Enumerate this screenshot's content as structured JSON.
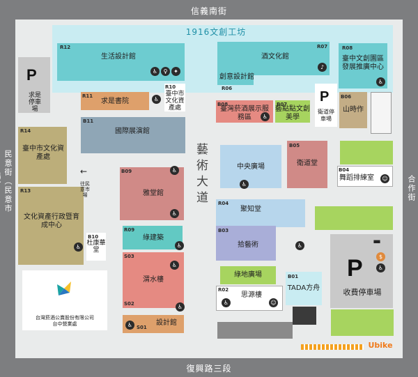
{
  "roads": {
    "top": "信義南街",
    "bottom": "復興路三段",
    "left": "民意街（民意市場）",
    "right": "合作街",
    "middle": "藝術大道"
  },
  "band_label": "1916文創工坊",
  "market_note": "往民意市場",
  "parking_left": {
    "p": "P",
    "label": "求是停車場"
  },
  "parking_mid": {
    "p": "P",
    "label": "衛道停車場"
  },
  "parking_right": {
    "p": "P",
    "label": "收費停車場"
  },
  "logo_text": "台灣菸酒公賣股份有限公司\n台中營業處",
  "ubike": "Ubike",
  "buildings": {
    "R12": {
      "code": "R12",
      "name": "生活設計館"
    },
    "R07": {
      "code": "R07",
      "name": "酒文化館"
    },
    "R06": {
      "code": "R06",
      "name": "創意設計館"
    },
    "R08": {
      "code": "R08",
      "name": "臺中文創園區發展推廣中心"
    },
    "R11": {
      "code": "R11",
      "name": "求是書院"
    },
    "R10": {
      "code": "R10",
      "name": "臺中市文化資產處"
    },
    "B08": {
      "code": "B08",
      "name": "臺灣菸酒展示服務區"
    },
    "B07": {
      "code": "B07",
      "name": "藝點點文創美學"
    },
    "B06": {
      "code": "B06",
      "name": "山時作"
    },
    "R14": {
      "code": "R14",
      "name": "臺中市文化資產處"
    },
    "B11": {
      "code": "B11",
      "name": "國際展演館"
    },
    "R13": {
      "code": "R13",
      "name": "文化資產行政暨育成中心"
    },
    "B10": {
      "code": "B10",
      "name": "杜康華堂"
    },
    "B09": {
      "code": "B09",
      "name": "雅堂館"
    },
    "R09": {
      "code": "R09",
      "name": "綠建築"
    },
    "S03": {
      "code": "S03",
      "name": "渭水樓"
    },
    "S02": {
      "code": "S02",
      "name": ""
    },
    "S01": {
      "code": "S01",
      "name": "設計館"
    },
    "CENTRAL": {
      "code": "",
      "name": "中央廣場"
    },
    "B05": {
      "code": "B05",
      "name": "衛道堂"
    },
    "B04": {
      "code": "B04",
      "name": "舞蹈排練室"
    },
    "R04": {
      "code": "R04",
      "name": "聚知堂"
    },
    "B03": {
      "code": "B03",
      "name": "拾藝術"
    },
    "GREEN": {
      "code": "",
      "name": "綠地廣場"
    },
    "R02": {
      "code": "R02",
      "name": "思源樓"
    },
    "B01": {
      "code": "B01",
      "name": "TADA方舟"
    }
  },
  "colors": {
    "road": "#7d7e80",
    "ground": "#e9ebeb",
    "band": "#c9ecf2",
    "red_brick": "#6dccd0",
    "orange": "#dea06b",
    "slate": "#8fa6b6",
    "olive": "#bcae7a",
    "pink": "#d08a87",
    "teal": "#62c9c3",
    "salmon": "#e58a82",
    "lightblue": "#b7d6ec",
    "lavender": "#a9aed8",
    "lime": "#a7d45f",
    "brown": "#c3ad86"
  }
}
